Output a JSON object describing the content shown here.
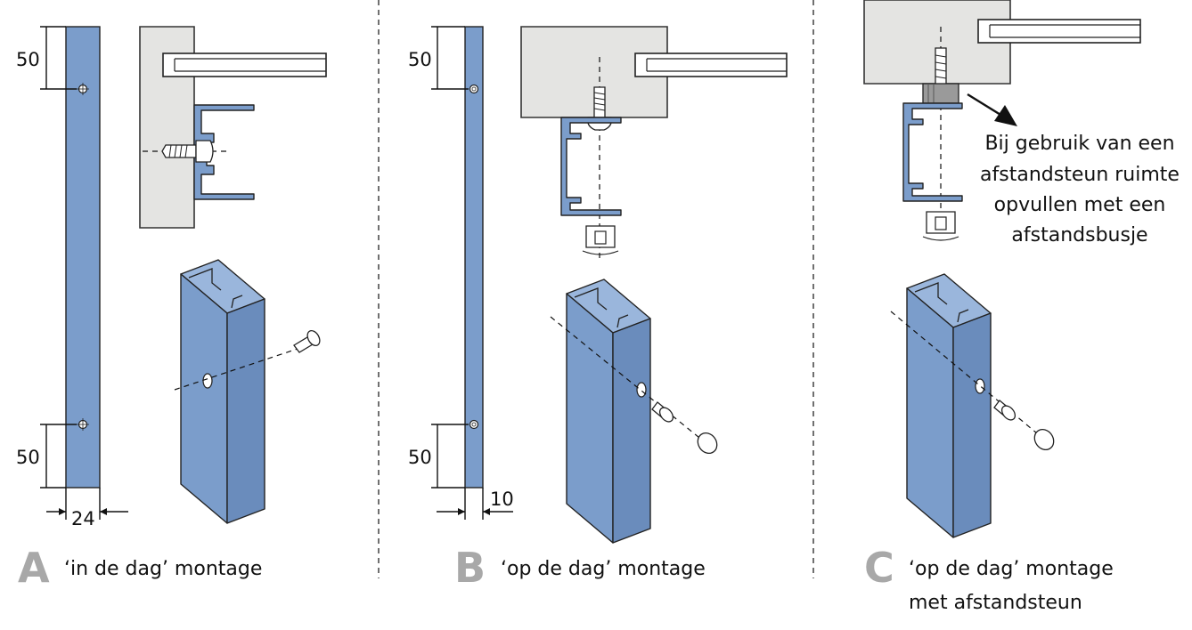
{
  "colors": {
    "profile_blue": "#7b9dcb",
    "wall_gray": "#e4e4e2",
    "letter_gray": "#a8a8a8"
  },
  "panels": [
    {
      "letter": "A",
      "caption_line1": "‘in de dag’ montage",
      "dim_top": "50",
      "dim_bottom": "50",
      "dim_width": "24"
    },
    {
      "letter": "B",
      "caption_line1": "‘op de dag’ montage",
      "dim_top": "50",
      "dim_bottom": "50",
      "dim_width": "10"
    },
    {
      "letter": "C",
      "caption_line1": "‘op de dag’ montage",
      "caption_line2": "met afstandsteun",
      "note_lines": [
        "Bij gebruik van een",
        "afstandsteun ruimte",
        "opvullen met een",
        "afstandsbusje"
      ]
    }
  ]
}
